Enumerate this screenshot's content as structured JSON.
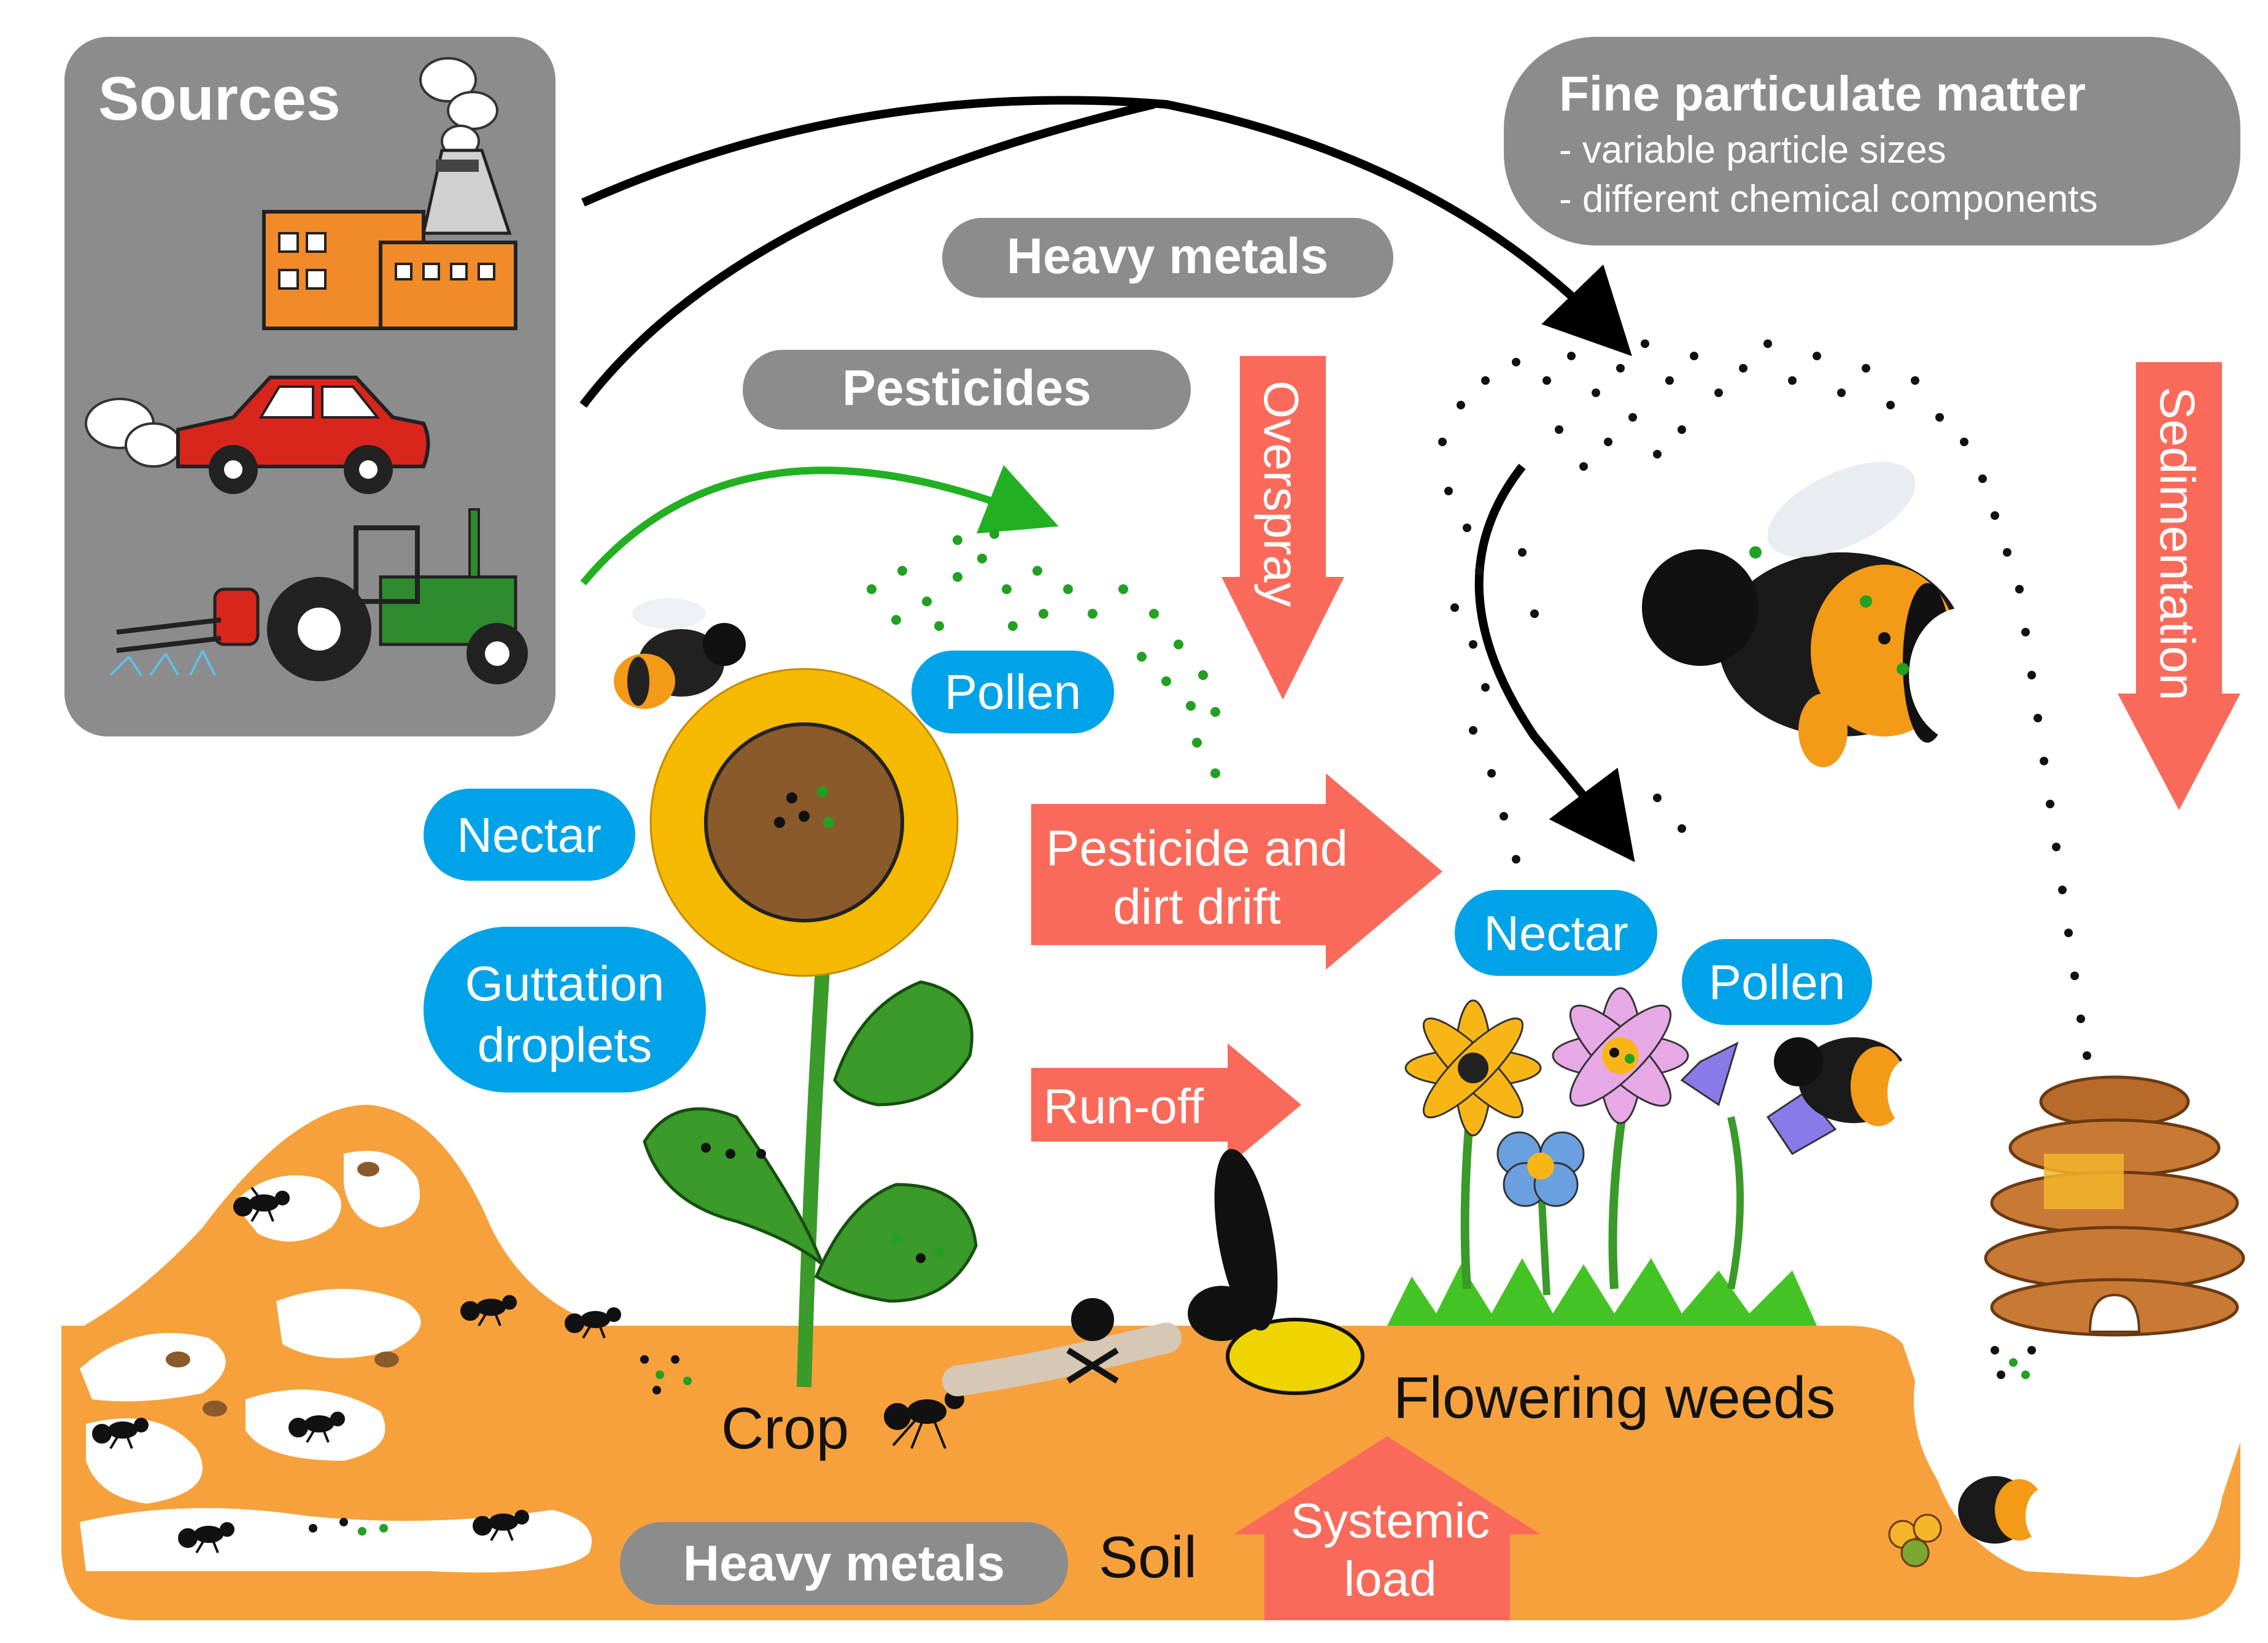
{
  "sources": {
    "title": "Sources",
    "items": [
      "factory",
      "car",
      "tractor with sprayer"
    ]
  },
  "fine_particulate": {
    "title": "Fine particulate matter",
    "bullets": [
      "- variable particle sizes",
      "- different chemical components"
    ]
  },
  "pollutant_labels": {
    "heavy_metals_air": "Heavy metals",
    "pesticides": "Pesticides",
    "heavy_metals_soil": "Heavy metals"
  },
  "red_arrows": {
    "overspray": "Overspray",
    "sedimentation": "Sedimentation",
    "drift_line1": "Pesticide and",
    "drift_line2": "dirt drift",
    "runoff": "Run-off",
    "systemic_line1": "Systemic",
    "systemic_line2": "load"
  },
  "blue_labels": {
    "pollen_crop": "Pollen",
    "nectar_crop": "Nectar",
    "guttation_line1": "Guttation",
    "guttation_line2": "droplets",
    "nectar_weeds": "Nectar",
    "pollen_weeds": "Pollen"
  },
  "ground_labels": {
    "crop": "Crop",
    "flowering_weeds": "Flowering weeds",
    "soil": "Soil"
  },
  "colors": {
    "grey_box": "#8c8c8c",
    "blue_label": "#00a3e8",
    "red_arrow": "#fa6a5a",
    "soil": "#f6a13c",
    "green_arrow": "#22b022",
    "black_arrow": "#000000"
  }
}
